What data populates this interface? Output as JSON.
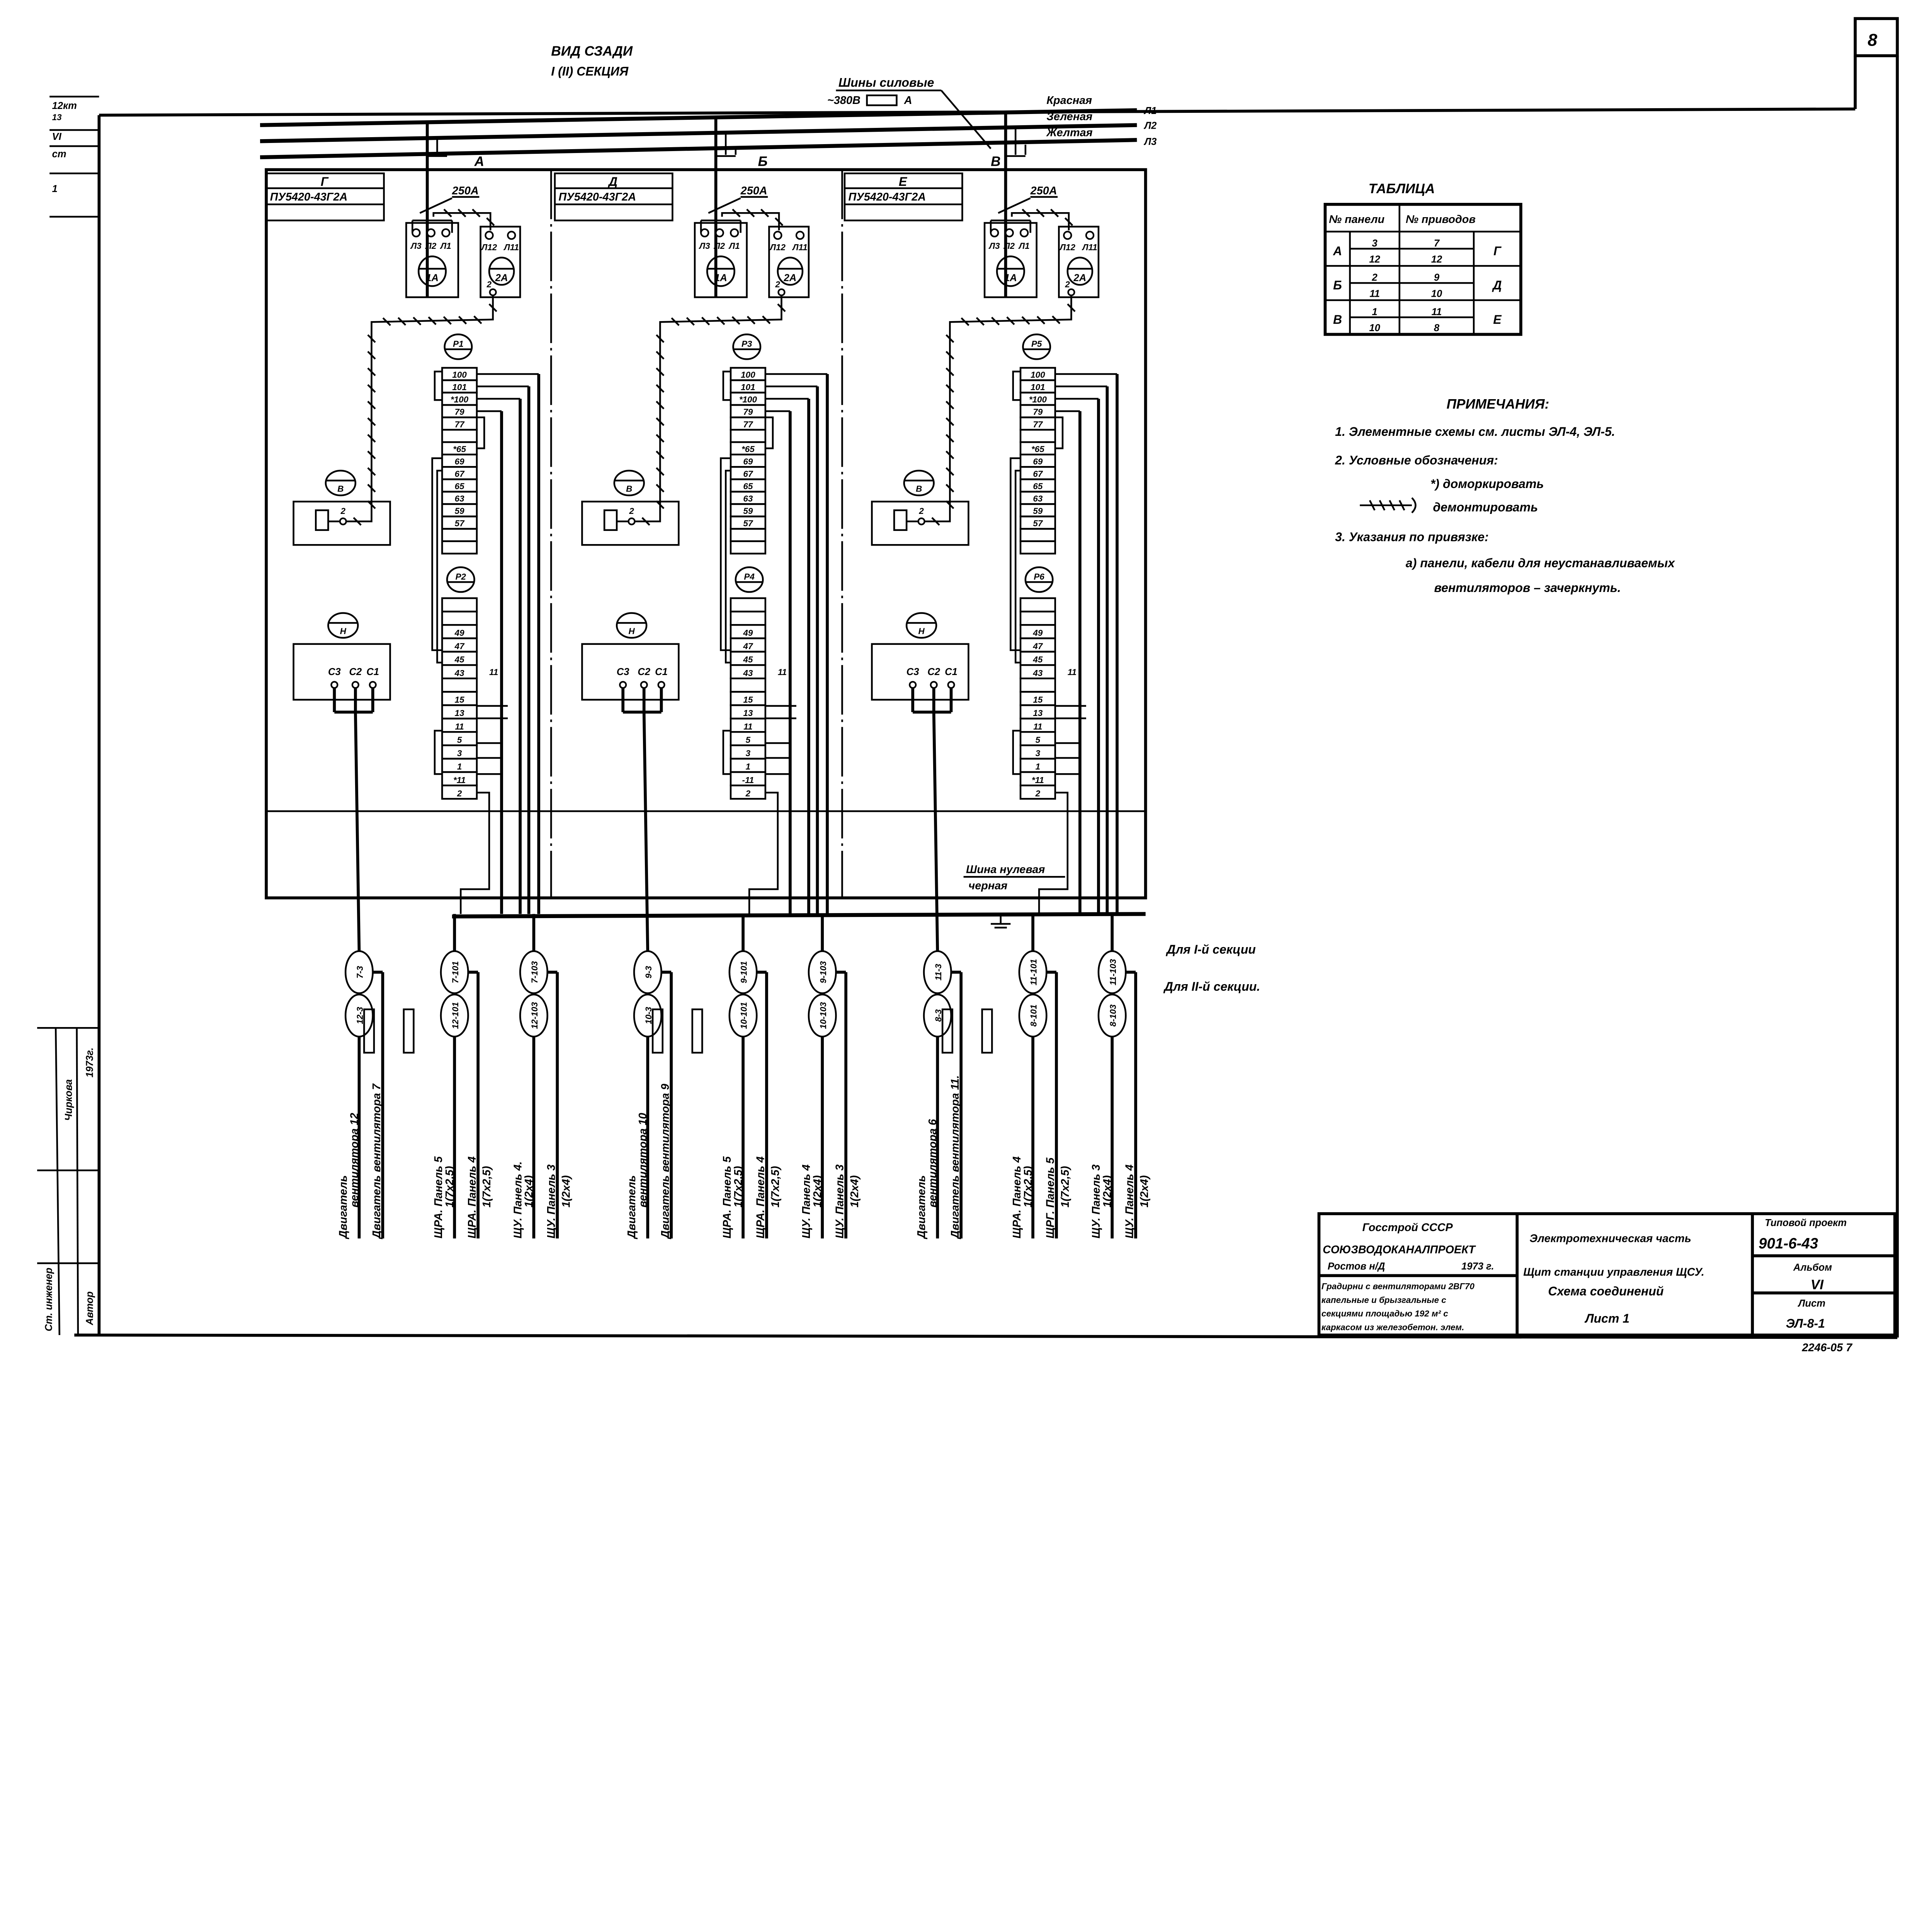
{
  "sheet_number": "8",
  "header": {
    "view": "ВИД СЗАДИ",
    "section": "I (II) СЕКЦИЯ"
  },
  "left_strip": [
    "12кт",
    "13",
    "VI",
    "ст",
    "1"
  ],
  "buses": {
    "caption": "Шины силовые",
    "voltage": "~380В",
    "voltage_suffix": "А",
    "colors": [
      "Красная",
      "Зеленая",
      "Желтая"
    ],
    "phases": [
      "Л1",
      "Л2",
      "Л3"
    ],
    "neutral_caption": "Шина нулевая",
    "neutral_color": "черная"
  },
  "common": {
    "box1_terms": [
      "Л3",
      "Л2",
      "Л1"
    ],
    "box1_label": "1А",
    "box2_terms": [
      "Л12",
      "Л11"
    ],
    "box2_label": "2А",
    "term_2": "2",
    "v_label": "В",
    "n_label": "Н",
    "n_terms": [
      "С3",
      "С2",
      "С1"
    ]
  },
  "panels": [
    {
      "letter": "Г",
      "model": "ПУ5420-43Г2А",
      "feed": "А",
      "breaker": "250А",
      "relay_top": "Р1",
      "relay_bottom": "Р2",
      "side_label": "11",
      "strip_top": [
        "100",
        "101",
        "*100",
        "79",
        "77",
        "",
        "*65",
        "69",
        "67",
        "65",
        "63",
        "59",
        "57",
        "",
        ""
      ],
      "strip_bottom": [
        "",
        "",
        "49",
        "47",
        "45",
        "43",
        "",
        "15",
        "13",
        "11",
        "5",
        "3",
        "1",
        "*11",
        "2"
      ],
      "cables": [
        {
          "top": "7-3",
          "bottom": "12-3",
          "label_a": [
            "Двигатель",
            "вентилятора 12"
          ],
          "label_b": [
            "Двигатель вентилятора 7",
            ""
          ]
        },
        {
          "top": "7-101",
          "bottom": "12-101",
          "label_a": [
            "ЩРА. Панель 5",
            "1(7x2,5)"
          ],
          "label_b": [
            "ЩРА. Панель 4",
            "1(7x2,5)"
          ]
        },
        {
          "top": "7-103",
          "bottom": "12-103",
          "label_a": [
            "ЩУ. Панель 4.",
            "1(2x4)"
          ],
          "label_b": [
            "ЩУ. Панель 3",
            "1(2x4)"
          ]
        }
      ]
    },
    {
      "letter": "Д",
      "model": "ПУ5420-43Г2А",
      "feed": "Б",
      "breaker": "250А",
      "relay_top": "Р3",
      "relay_bottom": "Р4",
      "side_label": "11",
      "strip_top": [
        "100",
        "101",
        "*100",
        "79",
        "77",
        "",
        "*65",
        "69",
        "67",
        "65",
        "63",
        "59",
        "57",
        "",
        ""
      ],
      "strip_bottom": [
        "",
        "",
        "49",
        "47",
        "45",
        "43",
        "",
        "15",
        "13",
        "11",
        "5",
        "3",
        "1",
        "-11",
        "2"
      ],
      "cables": [
        {
          "top": "9-3",
          "bottom": "10-3",
          "label_a": [
            "Двигатель",
            "вентилятора 10"
          ],
          "label_b": [
            "Двигатель вентилятора 9",
            ""
          ]
        },
        {
          "top": "9-101",
          "bottom": "10-101",
          "label_a": [
            "ЩРА. Панель 5",
            "1(7x2,5)"
          ],
          "label_b": [
            "ЩРА. Панель 4",
            "1(7x2,5)"
          ]
        },
        {
          "top": "9-103",
          "bottom": "10-103",
          "label_a": [
            "ЩУ. Панель 4",
            "1(2x4)"
          ],
          "label_b": [
            "ЩУ. Панель 3",
            "1(2x4)"
          ]
        }
      ]
    },
    {
      "letter": "Е",
      "model": "ПУ5420-43Г2А",
      "feed": "В",
      "breaker": "250А",
      "relay_top": "Р5",
      "relay_bottom": "Р6",
      "side_label": "11",
      "strip_top": [
        "100",
        "101",
        "*100",
        "79",
        "77",
        "",
        "*65",
        "69",
        "67",
        "65",
        "63",
        "59",
        "57",
        "",
        ""
      ],
      "strip_bottom": [
        "",
        "",
        "49",
        "47",
        "45",
        "43",
        "",
        "15",
        "13",
        "11",
        "5",
        "3",
        "1",
        "*11",
        "2"
      ],
      "cables": [
        {
          "top": "11-3",
          "bottom": "8-3",
          "label_a": [
            "Двигатель",
            "вентилятора 6"
          ],
          "label_b": [
            "Двигатель вентилятора 11.",
            ""
          ]
        },
        {
          "top": "11-101",
          "bottom": "8-101",
          "label_a": [
            "ЩРА. Панель 4",
            "1(7x2,5)"
          ],
          "label_b": [
            "ЩРГ. Панель 5",
            "1(7x2,5)"
          ]
        },
        {
          "top": "11-103",
          "bottom": "8-103",
          "label_a": [
            "ЩУ. Панель 3",
            "1(2x4)"
          ],
          "label_b": [
            "ЩУ. Панель 4",
            "1(2x4)"
          ]
        }
      ]
    }
  ],
  "section_notes": [
    "Для I-й секции",
    "Для II-й секции."
  ],
  "table": {
    "title": "ТАБЛИЦА",
    "headers": [
      "№ панели",
      "№ приводов"
    ],
    "rows": [
      {
        "panel": "А",
        "nums": [
          "3",
          "12"
        ],
        "drives": [
          "7",
          "12"
        ],
        "group": "Г"
      },
      {
        "panel": "Б",
        "nums": [
          "2",
          "11"
        ],
        "drives": [
          "9",
          "10"
        ],
        "group": "Д"
      },
      {
        "panel": "В",
        "nums": [
          "1",
          "10"
        ],
        "drives": [
          "11",
          "8"
        ],
        "group": "Е"
      }
    ]
  },
  "notes": {
    "title": "ПРИМЕЧАНИЯ:",
    "items": [
      "1. Элементные схемы см. листы ЭЛ-4, ЭЛ-5.",
      "2. Условные обозначения:",
      "*)  доморкировать",
      "демонтировать",
      "3. Указания по привязке:",
      "а)  панели, кабели для неустанавливаемых",
      "вентиляторов – зачеркнуть."
    ]
  },
  "title_block": {
    "org1": "Госстрой СССР",
    "org2": "СОЮЗВОДОКАНАЛПРОЕКТ",
    "city": "Ростов н/Д",
    "year": "1973 г.",
    "desc": [
      "Градирни с вентиляторами 2ВГ70",
      "капельные и брызгальные с",
      "секциями площадью 192 м² с",
      "каркасом из железобетон. элем."
    ],
    "part": "Электротехническая часть",
    "subject": "Щит станции управления ЩСУ.",
    "scheme": "Схема соединений",
    "sheet": "Лист 1",
    "project_label": "Типовой проект",
    "project": "901-6-43",
    "album_label": "Альбом",
    "album": "VI",
    "sheet_label": "Лист",
    "sheet_code": "ЭЛ-8-1",
    "inventory": "2246-05   7"
  },
  "stamp": {
    "roles": [
      "Ст. инженер",
      "Автор"
    ],
    "names": [
      "Чиркова"
    ],
    "date": "1973г."
  }
}
